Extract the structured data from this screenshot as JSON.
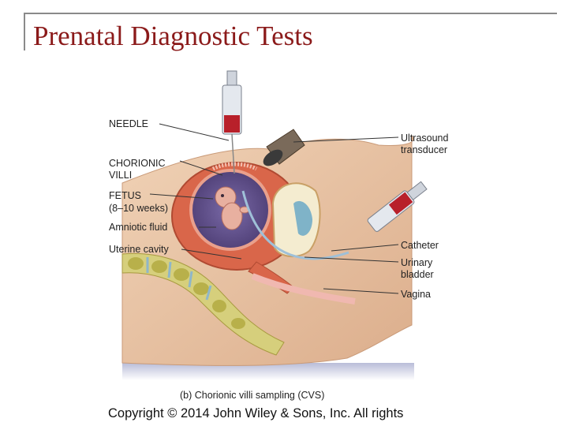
{
  "slide": {
    "title": "Prenatal Diagnostic Tests",
    "copyright": "Copyright © 2014 John Wiley & Sons, Inc. All rights"
  },
  "figure": {
    "caption": "(b) Chorionic villi sampling (CVS)",
    "labels": {
      "needle": "NEEDLE",
      "chorionic_villi": "CHORIONIC\nVILLI",
      "fetus": "FETUS",
      "fetus_age": "(8–10 weeks)",
      "amniotic_fluid": "Amniotic fluid",
      "uterine_cavity": "Uterine cavity",
      "ultrasound_transducer": "Ultrasound\ntransducer",
      "catheter": "Catheter",
      "urinary_bladder": "Urinary\nbladder",
      "vagina": "Vagina"
    }
  },
  "colors": {
    "title": "#8b1a1a",
    "skin": "#e9c3a4",
    "uterus": "#d9664a",
    "amniotic": "#5a4a86",
    "bone": "#d8d27a",
    "frame": "#8a8a8a"
  }
}
